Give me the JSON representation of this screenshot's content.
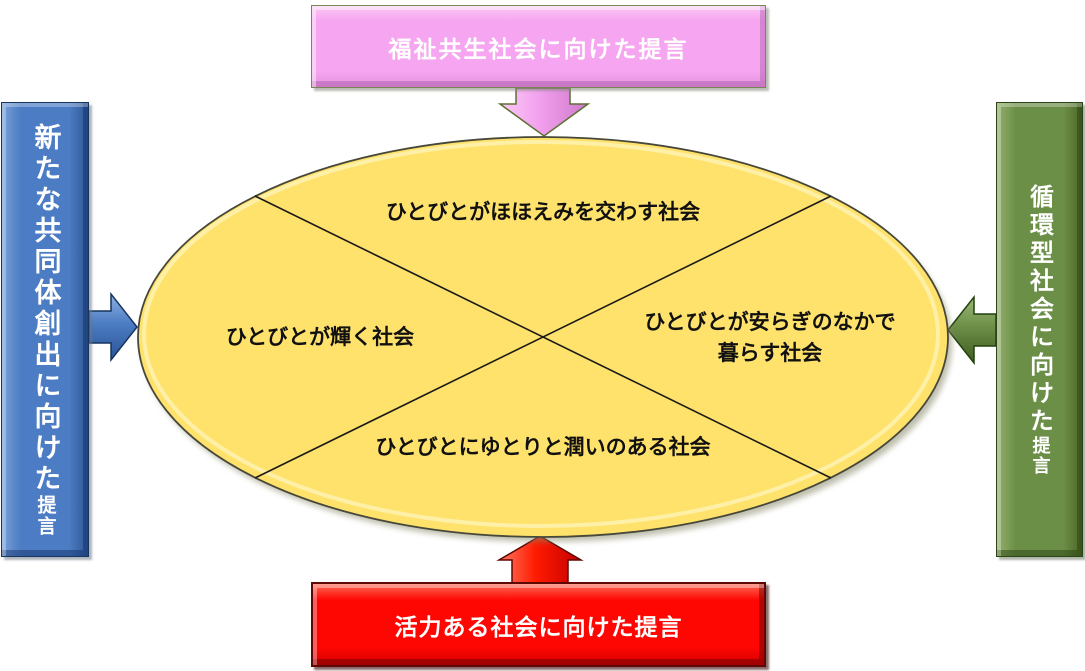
{
  "boxes": {
    "top": {
      "label": "福祉共生社会に向けた提言",
      "fill": "#F6A6F0"
    },
    "bottom": {
      "label": "活力ある社会に向けた提言",
      "fill": "#FE0000"
    },
    "left": {
      "label_main": "新たな共同体創出に向けた",
      "label_tail": "提言",
      "fill": "#4C7CC3"
    },
    "right": {
      "label_main": "循環型社会に向けた",
      "label_tail": "提言",
      "fill": "#6C8F48"
    }
  },
  "ellipse": {
    "fill": "#FFE26B",
    "quadrant_top": "ひとびとがほほえみを交わす社会",
    "quadrant_left": "ひとびとが輝く社会",
    "quadrant_right_line1": "ひとびとが安らぎのなかで",
    "quadrant_right_line2": "暮らす社会",
    "quadrant_bottom": "ひとびとにゆとりと潤いのある社会"
  },
  "arrow_colors": {
    "down_pink": "#F2A0EE",
    "up_red": "#FE0703",
    "right_blue": "#4C7CC3",
    "left_green": "#6C8F48"
  }
}
